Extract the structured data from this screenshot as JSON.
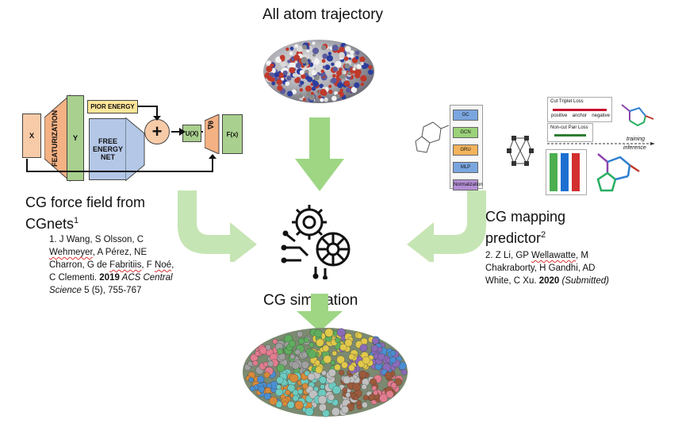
{
  "top": {
    "title": "All atom trajectory"
  },
  "middle": {
    "title": "CG simulation"
  },
  "left": {
    "title_line1": "CG force field from",
    "title_line2": "CGnets",
    "title_sup": "1",
    "ref_l1": "1. J Wang, S Olsson, C",
    "ref_l2_word": "Wehmeyer",
    "ref_l2_rest": ", A Pérez, NE",
    "ref_l3_a": "Charron, G de ",
    "ref_l3_b": "Fabritiis",
    "ref_l3_c": ", F ",
    "ref_l3_d": "Noé",
    "ref_l3_e": ",",
    "ref_l4_a": "C Clementi. ",
    "ref_l4_year": "2019",
    "ref_l4_journal": " ACS Central",
    "ref_l5_journal": "Science",
    "ref_l5_rest": " 5 (5), 755-767",
    "net": {
      "x": "X",
      "featurization": "FEATURIZATION",
      "y": "Y",
      "prior": "PIOR ENERGY",
      "free_energy": "FREE ENERGY NET",
      "plus": "+",
      "ux": "U(X)",
      "grad": "∇",
      "grad_sub": "θ",
      "fx": "F(x)"
    }
  },
  "right": {
    "title_line1": "CG mapping",
    "title_line2": "predictor",
    "title_sup": "2",
    "ref_l1_a": "2. Z Li, GP ",
    "ref_l1_b": "Wellawatte",
    "ref_l1_c": ", M",
    "ref_l2": "Chakraborty, H Gandhi, AD",
    "ref_l3_a": "White, C Xu. ",
    "ref_l3_year": "2020",
    "ref_l3_status": " (Submitted)",
    "net": {
      "layers": [
        "GC",
        "GCN",
        "GRU",
        "MLP",
        "Normalization"
      ],
      "cut_loss": "Cut Triplet Loss",
      "noncut_loss": "Non-cut Pair Loss",
      "positive": "positive",
      "anchor": "anchor",
      "negative": "negative",
      "training": "training",
      "inference": "inference"
    }
  },
  "colors": {
    "arrow": "#9ed684",
    "orange": "#f8cba8",
    "green": "#a9d08e",
    "yellow": "#ffe699",
    "blue": "#b4c7e7",
    "peach": "#f4b183"
  }
}
